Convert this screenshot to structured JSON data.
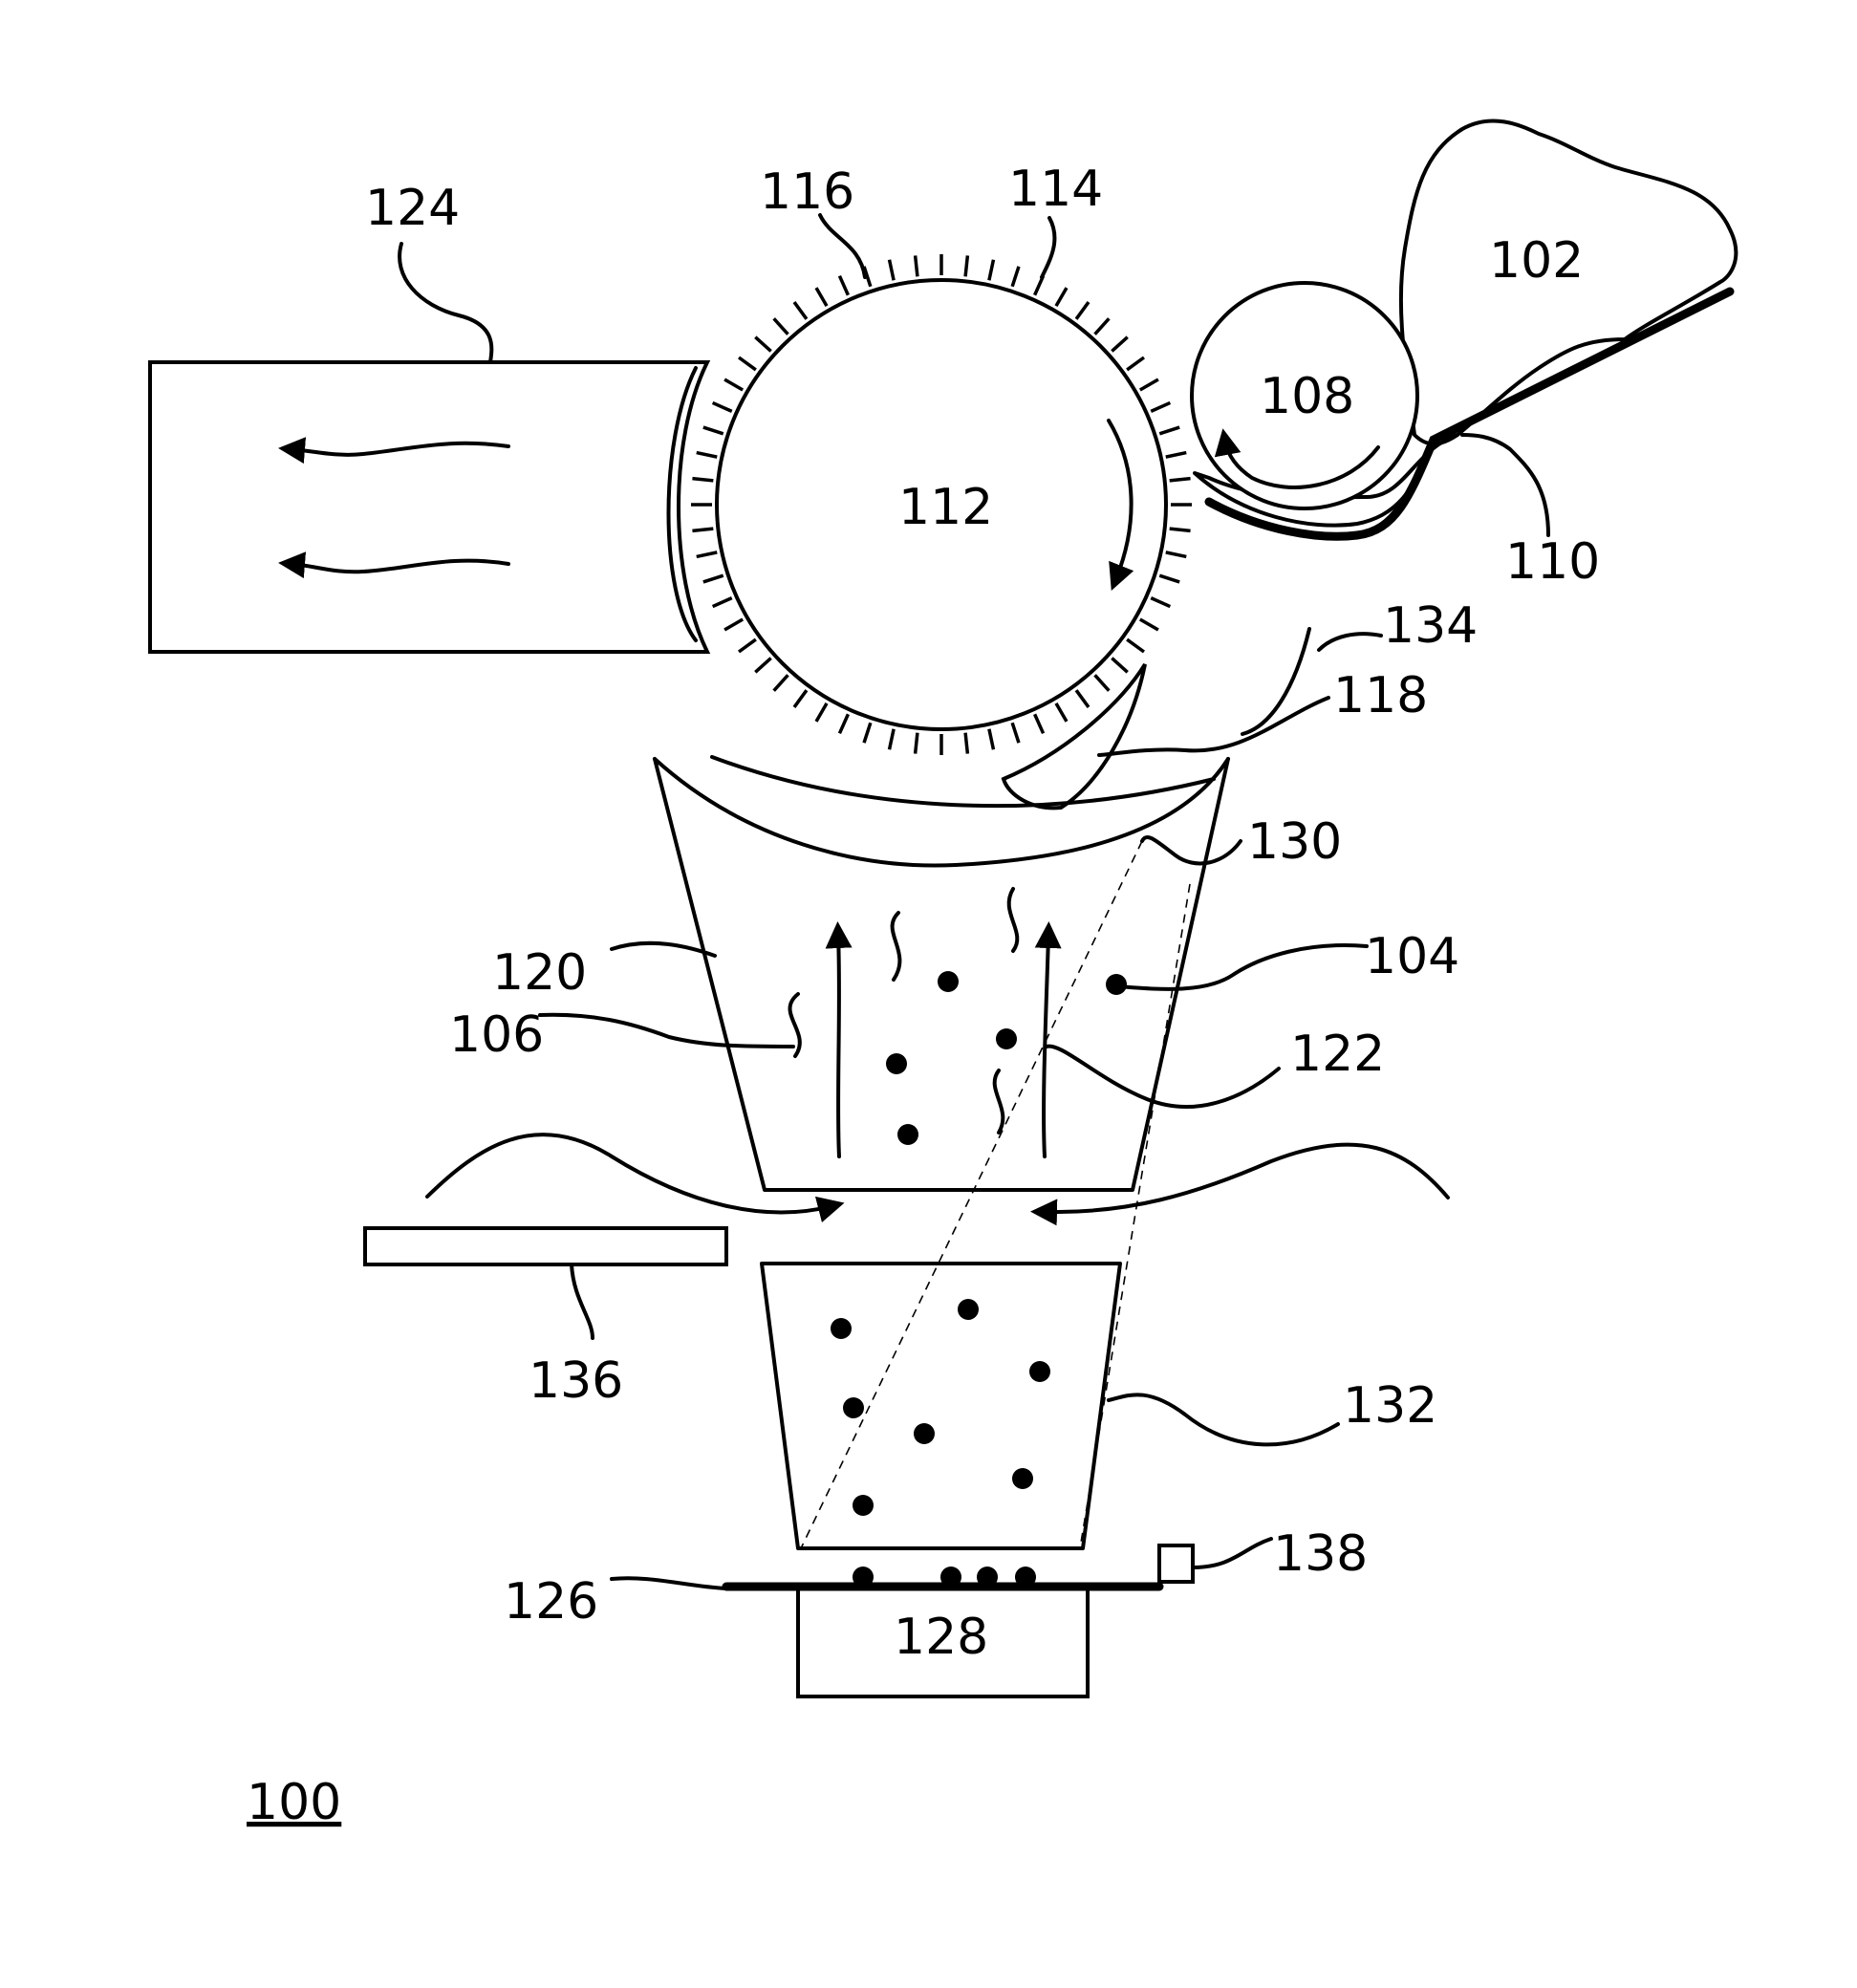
{
  "figure": {
    "figure_number": "100",
    "labels": {
      "l102": "102",
      "l104": "104",
      "l106": "106",
      "l108": "108",
      "l110": "110",
      "l112": "112",
      "l114": "114",
      "l116": "116",
      "l118": "118",
      "l120": "120",
      "l122": "122",
      "l124": "124",
      "l126": "126",
      "l128": "128",
      "l130": "130",
      "l132": "132",
      "l134": "134",
      "l136": "136",
      "l138": "138"
    }
  }
}
